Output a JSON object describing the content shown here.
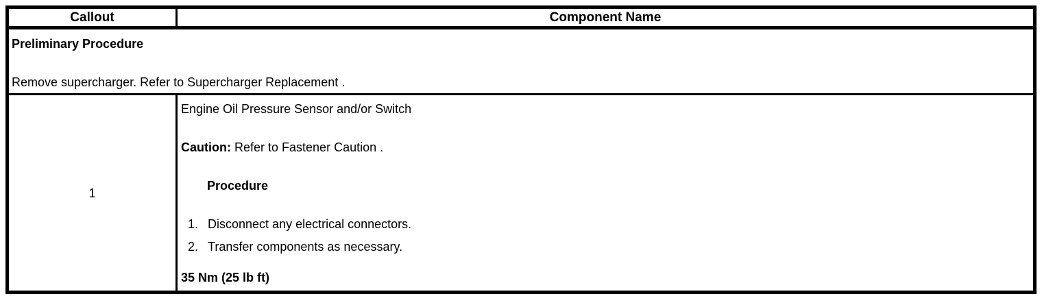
{
  "table": {
    "header": {
      "callout": "Callout",
      "component_name": "Component Name"
    },
    "preliminary": {
      "title": "Preliminary Procedure",
      "body": "Remove supercharger. Refer to Supercharger Replacement ."
    },
    "row": {
      "callout": "1",
      "component_name": "Engine Oil Pressure Sensor and/or Switch",
      "caution_label": "Caution:",
      "caution_text": "Refer to Fastener Caution .",
      "procedure_title": "Procedure",
      "steps": [
        {
          "num": "1.",
          "text": "Disconnect any electrical connectors."
        },
        {
          "num": "2.",
          "text": "Transfer components as necessary."
        }
      ],
      "torque": "35 Nm (25 lb ft)"
    },
    "colors": {
      "border": "#000000",
      "text": "#000000",
      "background": "#ffffff"
    }
  }
}
